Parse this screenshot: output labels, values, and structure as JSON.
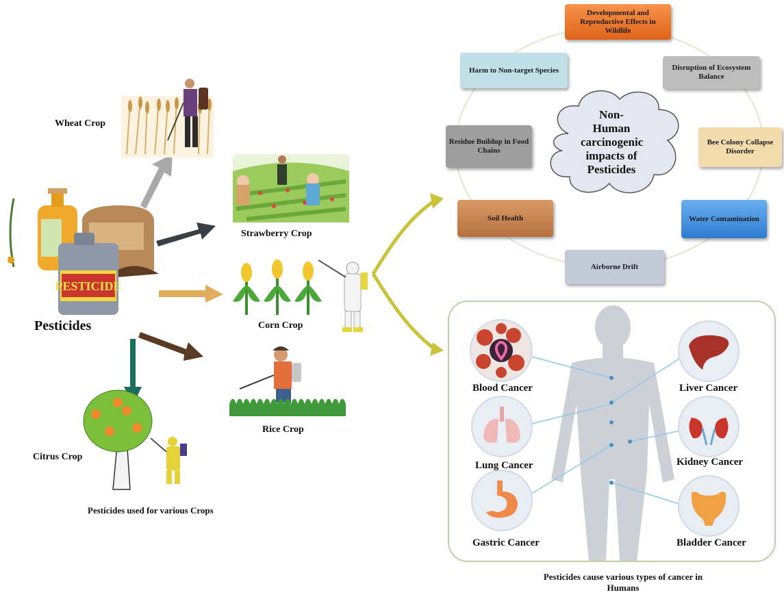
{
  "left": {
    "pesticides_label": "Pesticides",
    "pesticide_can_text": "PESTICIDE",
    "crops": {
      "wheat": "Wheat Crop",
      "strawberry": "Strawberry Crop",
      "corn": "Corn Crop",
      "rice": "Rice Crop",
      "citrus": "Citrus Crop"
    },
    "caption": "Pesticides used for various Crops"
  },
  "non_human": {
    "center": "Non-Human carcinogenic impacts of Pesticides",
    "boxes": {
      "developmental": "Developmental and Reproductive Effects in Wildlife",
      "disruption": "Disruption of Ecosystem Balance",
      "bee": "Bee Colony Collapse Disorder",
      "water": "Water Contamination",
      "airborne": "Airborne Drift",
      "soil": "Soil Health",
      "residue": "Residue Buildup in Food Chains",
      "harm": "Harm to Non-target Species"
    },
    "colors": {
      "developmental": "#f07a2a",
      "disruption": "#bdbdbd",
      "bee": "#f2dcae",
      "water": "#4a90d9",
      "airborne": "#c4cbd8",
      "soil": "#c98b58",
      "residue": "#9e9e9e",
      "harm": "#bfe0e6"
    }
  },
  "human": {
    "cancers": {
      "blood": "Blood Cancer",
      "liver": "Liver Cancer",
      "lung": "Lung Cancer",
      "kidney": "Kidney Cancer",
      "gastric": "Gastric Cancer",
      "bladder": "Bladder Cancer"
    },
    "caption": "Pesticides cause various types of cancer in Humans"
  }
}
